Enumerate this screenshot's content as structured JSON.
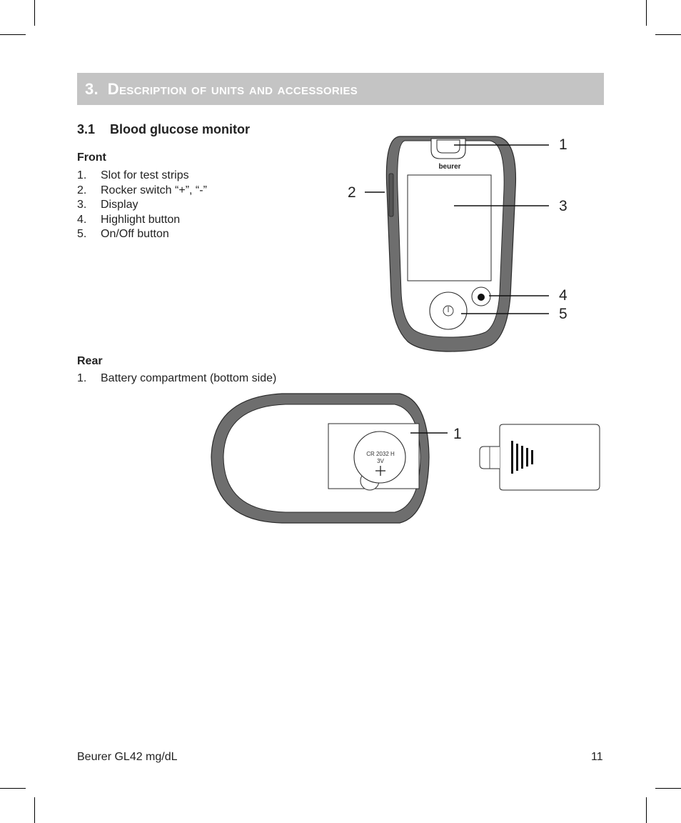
{
  "section": {
    "number": "3.",
    "title": "Description of units and accessories"
  },
  "subsection": {
    "number": "3.1",
    "title": "Blood glucose monitor"
  },
  "front": {
    "heading": "Front",
    "items": [
      {
        "num": "1.",
        "label": "Slot for test strips"
      },
      {
        "num": "2.",
        "label": "Rocker switch “+”, “-”"
      },
      {
        "num": "3.",
        "label": "Display"
      },
      {
        "num": "4.",
        "label": "Highlight button"
      },
      {
        "num": "5.",
        "label": "On/Off button"
      }
    ],
    "callouts": [
      "1",
      "2",
      "3",
      "4",
      "5"
    ],
    "brand": "beurer"
  },
  "rear": {
    "heading": "Rear",
    "items": [
      {
        "num": "1.",
        "label": "Battery compartment (bottom side)"
      }
    ],
    "callouts": [
      "1"
    ],
    "battery_label_line1": "CR 2032 H",
    "battery_label_line2": "3V"
  },
  "footer": {
    "product": "Beurer GL42 mg/dL",
    "page": "11"
  }
}
